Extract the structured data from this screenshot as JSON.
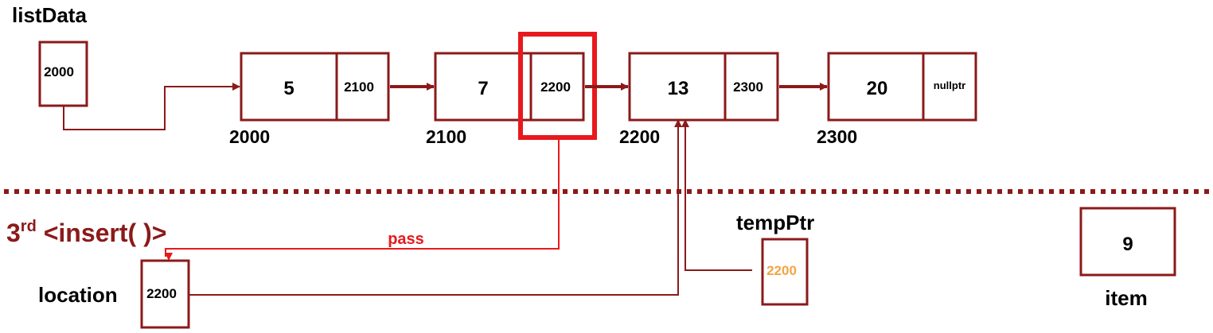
{
  "colors": {
    "dark_red": "#8b1a1a",
    "bright_red": "#e8191c",
    "orange": "#f4a442",
    "black": "#000000"
  },
  "list_data": {
    "label": "listData",
    "value": "2000"
  },
  "nodes": [
    {
      "info": "5",
      "next": "2100",
      "address": "2000"
    },
    {
      "info": "7",
      "next": "2200",
      "address": "2100"
    },
    {
      "info": "13",
      "next": "2300",
      "address": "2200"
    },
    {
      "info": "20",
      "next": "nullptr",
      "address": "2300"
    }
  ],
  "heading": {
    "prefix": "3",
    "superscript": "rd",
    "text": " <insert( )>"
  },
  "pass_label": "pass",
  "location": {
    "label": "location",
    "value": "2200"
  },
  "temp_ptr": {
    "label": "tempPtr",
    "value": "2200"
  },
  "item": {
    "label": "item",
    "value": "9"
  }
}
